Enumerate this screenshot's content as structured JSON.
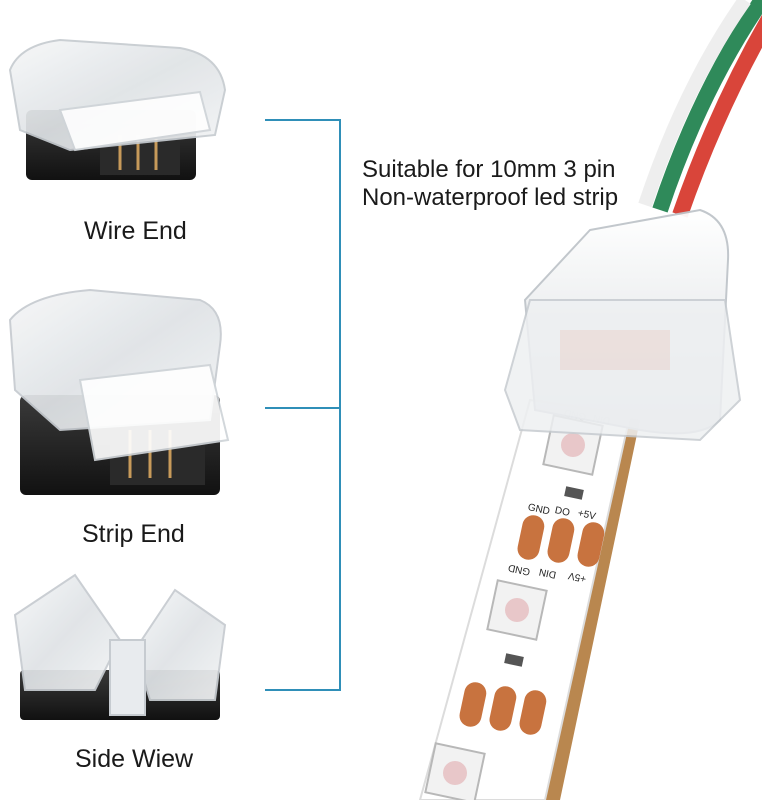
{
  "labels": {
    "wire_end": "Wire End",
    "strip_end": "Strip End",
    "side_view": "Side Wiew"
  },
  "description": {
    "line1": "Suitable for 10mm 3 pin",
    "line2": "Non-waterproof led strip"
  },
  "strip_markings": {
    "gnd": "GND",
    "din": "DIN",
    "do": "DO",
    "v5": "+5V"
  },
  "colors": {
    "bracket": "#2f8fb8",
    "wire_red": "#d9453a",
    "wire_green": "#2f8a5a",
    "wire_white": "#eeeeee",
    "pad": "#c8733f",
    "connector_black": "#1c1c1c"
  }
}
